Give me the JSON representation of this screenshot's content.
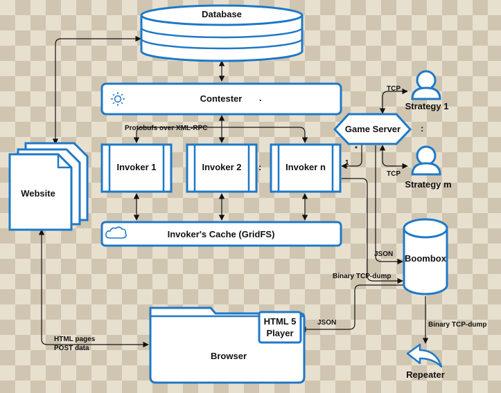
{
  "nodes": {
    "database": "Database",
    "contester": "Contester",
    "contester_dot": ".",
    "invoker1": "Invoker 1",
    "invoker2": "Invoker 2",
    "invoker_ellipsis": ":",
    "invokern": "Invoker n",
    "invokers_cache": "Invoker's Cache (GridFS)",
    "website": "Website",
    "game_server": "Game Server",
    "strategy1": "Strategy 1",
    "strategy_ellipsis": ":",
    "strategym": "Strategy m",
    "boombox": "Boombox",
    "browser": "Browser",
    "html5_player_line1": "HTML 5",
    "html5_player_line2": "Player",
    "repeater": "Repeater"
  },
  "edges": {
    "protobufs": "Protobufs over XML-RPC",
    "tcp1": "TCP",
    "tcpm": "TCP",
    "star": "*",
    "one": "1",
    "json_boombox": "JSON",
    "binary_dump_left": "Binary TCP-dump",
    "json_player": "JSON",
    "binary_dump_right": "Binary TCP-dump",
    "html_pages": "HTML pages",
    "post_data": "POST data"
  },
  "colors": {
    "accent": "#1e78c8",
    "background": "#e8e0cf",
    "checker": "#cfc5b1"
  }
}
